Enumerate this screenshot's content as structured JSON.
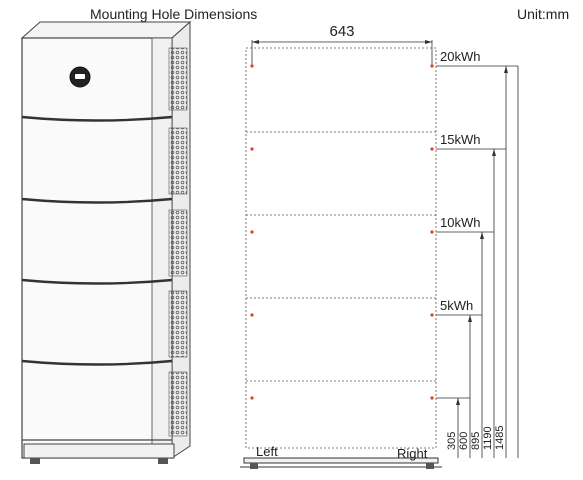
{
  "header": {
    "title": "Mounting Hole Dimensions",
    "unit": "Unit:mm"
  },
  "diagram": {
    "width_label": "643",
    "capacity_levels": [
      {
        "label": "20kWh"
      },
      {
        "label": "15kWh"
      },
      {
        "label": "10kWh"
      },
      {
        "label": "5kWh"
      }
    ],
    "height_dims": [
      "305",
      "600",
      "895",
      "1190",
      "1485"
    ],
    "side_left": "Left",
    "side_right": "Right"
  },
  "colors": {
    "hole": "#e0402a",
    "line": "#333333",
    "cabinet_outline": "#444444",
    "vent": "#555555"
  }
}
